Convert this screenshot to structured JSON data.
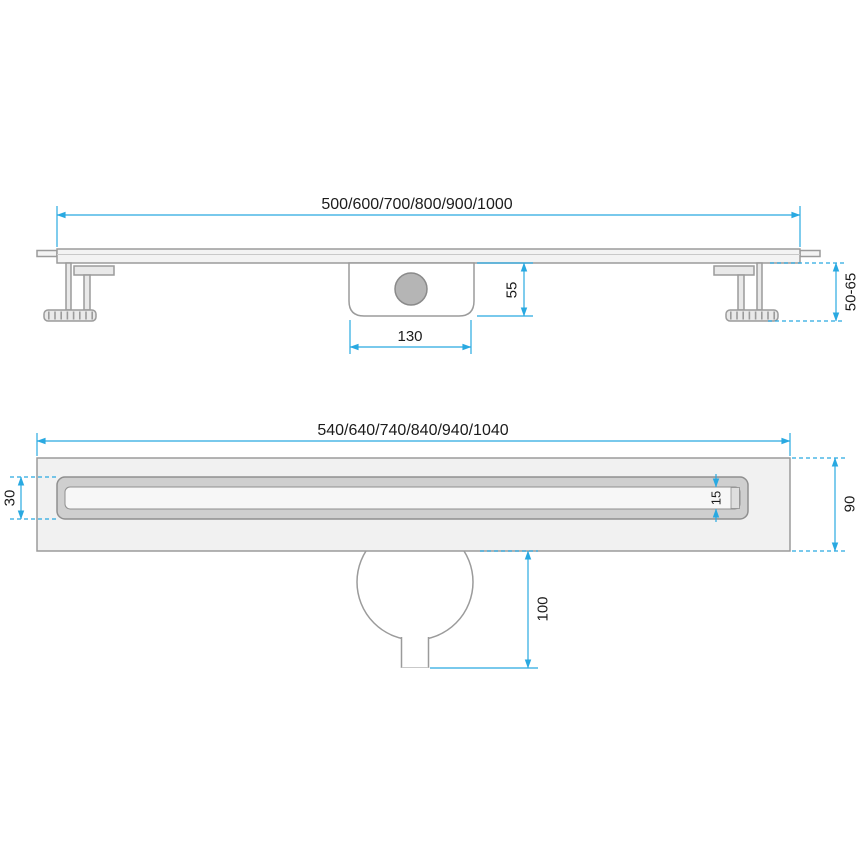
{
  "drawing": {
    "kind": "technical-drawing",
    "subject": "linear shower drain with siphon",
    "colors": {
      "dimension": "#29a9e1",
      "line": "#9b9b9b",
      "fill_light": "#f1f1f1",
      "fill_mid": "#cfcfcf",
      "fill_dark": "#b5b5b5",
      "text": "#1c1c1c",
      "background": "#ffffff"
    },
    "side_view": {
      "length_label": "500/600/700/800/900/1000",
      "trap_depth_label": "55",
      "trap_width_label": "130",
      "leg_height_label": "50-65"
    },
    "top_view": {
      "length_label": "540/640/740/840/940/1040",
      "channel_width_label": "30",
      "body_width_label": "90",
      "slot_width_label": "15",
      "outlet_length_label": "100"
    }
  }
}
